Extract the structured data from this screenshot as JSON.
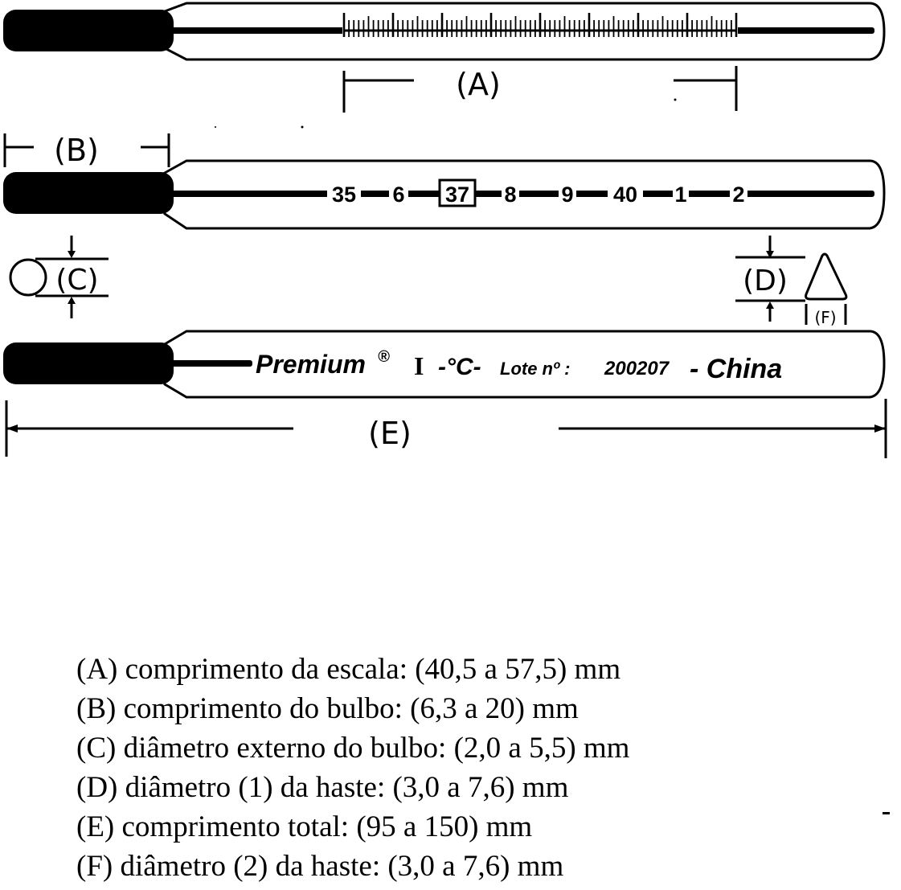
{
  "labels": {
    "a": "(A)",
    "b": "(B)",
    "c": "(C)",
    "d": "(D)",
    "e": "(E)",
    "f": "(F)"
  },
  "scale_numbers": [
    "35",
    "6",
    "37",
    "8",
    "9",
    "40",
    "1",
    "2"
  ],
  "imprint": {
    "brand": "Premium",
    "registered_mark": "®",
    "roman": "I",
    "unit": "-°C-",
    "lot_label": "Lote nº :",
    "lot_number": "200207",
    "origin": "- China"
  },
  "legend": [
    "(A) comprimento da escala: (40,5 a 57,5) mm",
    "(B) comprimento do bulbo: (6,3 a 20) mm",
    "(C) diâmetro externo do bulbo: (2,0 a 5,5) mm",
    "(D) diâmetro (1) da haste: (3,0 a 7,6) mm",
    "(E) comprimento total: (95 a 150) mm",
    "(F) diâmetro (2) da haste: (3,0 a 7,6) mm"
  ]
}
